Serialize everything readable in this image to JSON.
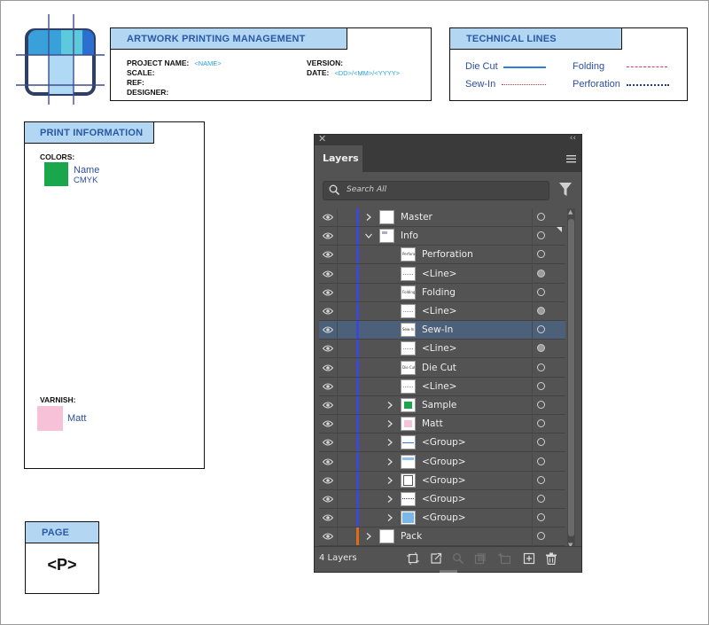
{
  "title_block": {
    "header": "ARTWORK PRINTING MANAGEMENT",
    "project_name_label": "PROJECT NAME:",
    "project_name_value": "<NAME>",
    "scale_label": "SCALE:",
    "ref_label": "REF:",
    "designer_label": "DESIGNER:",
    "version_label": "VERSION:",
    "date_label": "DATE:",
    "date_value": "<DD>/<MM>/<YYYY>"
  },
  "technical_lines": {
    "header": "TECHNICAL LINES",
    "die_cut": "Die Cut",
    "sew_in": "Sew-In",
    "folding": "Folding",
    "perforation": "Perforation"
  },
  "print_info": {
    "header": "PRINT INFORMATION",
    "colors_label": "COLORS:",
    "color_name": "Name",
    "color_model": "CMYK",
    "color_hex": "#1aa64a",
    "varnish_label": "VARNISH:",
    "varnish_name": "Matt",
    "varnish_hex": "#f7c2d8"
  },
  "page_box": {
    "header": "PAGE",
    "value": "<P>"
  },
  "colors": {
    "header_band": "#b3d7f3",
    "header_text": "#2a59a6",
    "panel_bg": "#535353",
    "selected_row": "#4d6079",
    "layer_blue": "#3b48d8",
    "layer_orange": "#e06a1c"
  },
  "layers_panel": {
    "tab_label": "Layers",
    "search_placeholder": "Search All",
    "footer_count": "4 Layers",
    "rows": [
      {
        "label": "Master",
        "thumb": "",
        "depth": 0,
        "expand": "collapsed",
        "color": "blue",
        "target": "empty"
      },
      {
        "label": "Info",
        "thumb": "",
        "depth": 0,
        "expand": "expanded",
        "color": "blue",
        "target": "empty"
      },
      {
        "label": "Perforation",
        "thumb": "Perforation",
        "depth": 1,
        "expand": "none",
        "color": "blue",
        "target": "empty"
      },
      {
        "label": "<Line>",
        "thumb": "",
        "depth": 1,
        "expand": "none",
        "color": "blue",
        "target": "filled"
      },
      {
        "label": "Folding",
        "thumb": "Folding",
        "depth": 1,
        "expand": "none",
        "color": "blue",
        "target": "empty"
      },
      {
        "label": "<Line>",
        "thumb": "",
        "depth": 1,
        "expand": "none",
        "color": "blue",
        "target": "filled"
      },
      {
        "label": "Sew-In",
        "thumb": "Sew-In",
        "depth": 1,
        "expand": "none",
        "color": "blue",
        "target": "empty",
        "selected": true
      },
      {
        "label": "<Line>",
        "thumb": "",
        "depth": 1,
        "expand": "none",
        "color": "blue",
        "target": "filled"
      },
      {
        "label": "Die Cut",
        "thumb": "Die Cut",
        "depth": 1,
        "expand": "none",
        "color": "blue",
        "target": "empty"
      },
      {
        "label": "<Line>",
        "thumb": "",
        "depth": 1,
        "expand": "none",
        "color": "blue",
        "target": "empty"
      },
      {
        "label": "Sample",
        "thumb": "",
        "depth": 1,
        "expand": "collapsed",
        "color": "blue",
        "target": "empty"
      },
      {
        "label": "Matt",
        "thumb": "",
        "depth": 1,
        "expand": "collapsed",
        "color": "blue",
        "target": "empty"
      },
      {
        "label": "<Group>",
        "thumb": "",
        "depth": 1,
        "expand": "collapsed",
        "color": "blue",
        "target": "empty"
      },
      {
        "label": "<Group>",
        "thumb": "",
        "depth": 1,
        "expand": "collapsed",
        "color": "blue",
        "target": "empty"
      },
      {
        "label": "<Group>",
        "thumb": "",
        "depth": 1,
        "expand": "collapsed",
        "color": "blue",
        "target": "empty"
      },
      {
        "label": "<Group>",
        "thumb": "",
        "depth": 1,
        "expand": "collapsed",
        "color": "blue",
        "target": "empty"
      },
      {
        "label": "<Group>",
        "thumb": "",
        "depth": 1,
        "expand": "collapsed",
        "color": "blue",
        "target": "empty"
      },
      {
        "label": "Pack",
        "thumb": "",
        "depth": 0,
        "expand": "collapsed",
        "color": "orange",
        "target": "empty"
      }
    ]
  }
}
